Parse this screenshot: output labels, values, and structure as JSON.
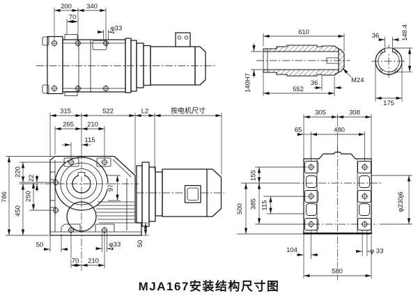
{
  "title": "MJA167安装结构尺寸图",
  "colors": {
    "background": "#ffffff",
    "line": "#161616"
  },
  "views": {
    "top": {
      "dims": {
        "d200": "200",
        "d340": "340",
        "d70": "70",
        "dia33": "φ33"
      }
    },
    "shaft": {
      "dims": {
        "d610": "610",
        "d552": "552",
        "d36": "36",
        "bore": "140H7",
        "thread": "M24"
      }
    },
    "shaft_end": {
      "dims": {
        "d36": "36",
        "d148": "148.4",
        "d175": "175"
      }
    },
    "front": {
      "dims": {
        "d315": "315",
        "d522": "522",
        "l2": "L2",
        "motor": "按电机尺寸",
        "d265": "265",
        "d210t": "210",
        "d115": "115",
        "d786": "786",
        "d220": "220",
        "d22": "22",
        "d250": "250",
        "d450": "450",
        "d97": "97",
        "d50l": "50",
        "d70": "70",
        "d210b": "210",
        "dia33": "φ33",
        "d50r": "50"
      }
    },
    "back": {
      "dims": {
        "d305": "305",
        "d308": "308",
        "d65": "65",
        "d480": "480",
        "d155": "155",
        "d385": "385",
        "d115": "115",
        "d500": "500",
        "d104": "104",
        "d580": "580",
        "dia33": "φ 33",
        "spigot": "φ230j6"
      }
    }
  }
}
